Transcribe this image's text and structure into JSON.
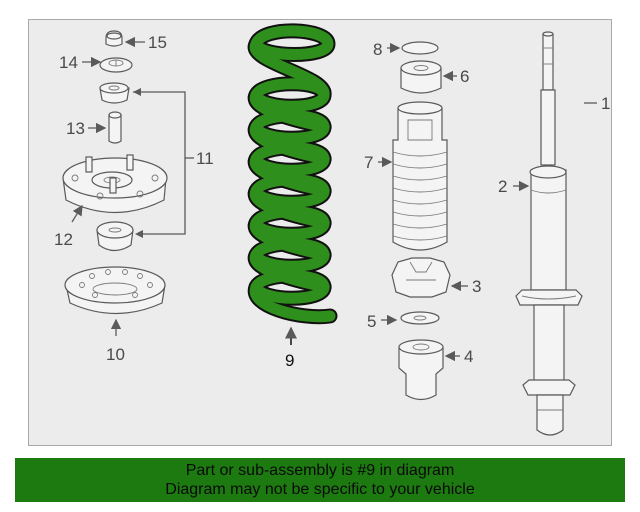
{
  "callouts": {
    "p1": "1",
    "p2": "2",
    "p3": "3",
    "p4": "4",
    "p5": "5",
    "p6": "6",
    "p7": "7",
    "p8": "8",
    "p9": "9",
    "p10": "10",
    "p11": "11",
    "p12": "12",
    "p13": "13",
    "p14": "14",
    "p15": "15"
  },
  "colors": {
    "highlight": "#2f8f1c",
    "banner": "#1d7a10",
    "frame_bg": "#ececec"
  },
  "footer": {
    "line1": "Part or sub-assembly is #9 in diagram",
    "line2": "Diagram may not be specific to your vehicle"
  }
}
